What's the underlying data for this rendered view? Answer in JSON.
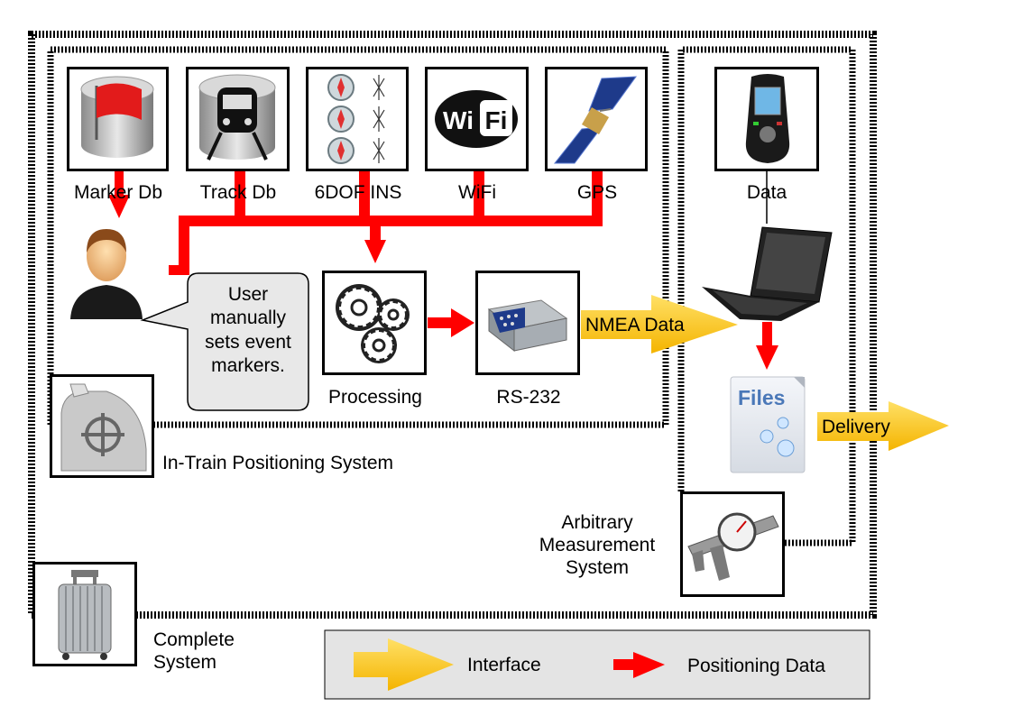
{
  "sources": {
    "marker_db": "Marker Db",
    "track_db": "Track Db",
    "ins": "6DOF INS",
    "wifi": "WiFi",
    "gps": "GPS",
    "data": "Data"
  },
  "wifi_logo": "WiFi",
  "speech_bubble": "User manually sets event markers.",
  "processing": "Processing",
  "rs232": "RS-232",
  "nmea": "NMEA Data",
  "delivery": "Delivery",
  "files_label": "Files",
  "in_train_system": "In-Train Positioning System",
  "arbitrary_system": "Arbitrary Measurement System",
  "complete_system": "Complete System",
  "legend": {
    "interface": "Interface",
    "positioning_data": "Positioning Data"
  },
  "colors": {
    "data_arrow": "#ff0000",
    "interface_arrow": "#ffc90e",
    "legend_bg": "#e4e4e4",
    "boundary": "#000000"
  },
  "icons": [
    "database-flag-icon",
    "train-icon",
    "compass-icon",
    "wifi-logo-icon",
    "satellite-icon",
    "mobile-phone-icon",
    "user-avatar-icon",
    "gears-icon",
    "serial-connector-icon",
    "laptop-icon",
    "files-icon",
    "caliper-icon",
    "suitcase-icon",
    "train-target-icon"
  ]
}
